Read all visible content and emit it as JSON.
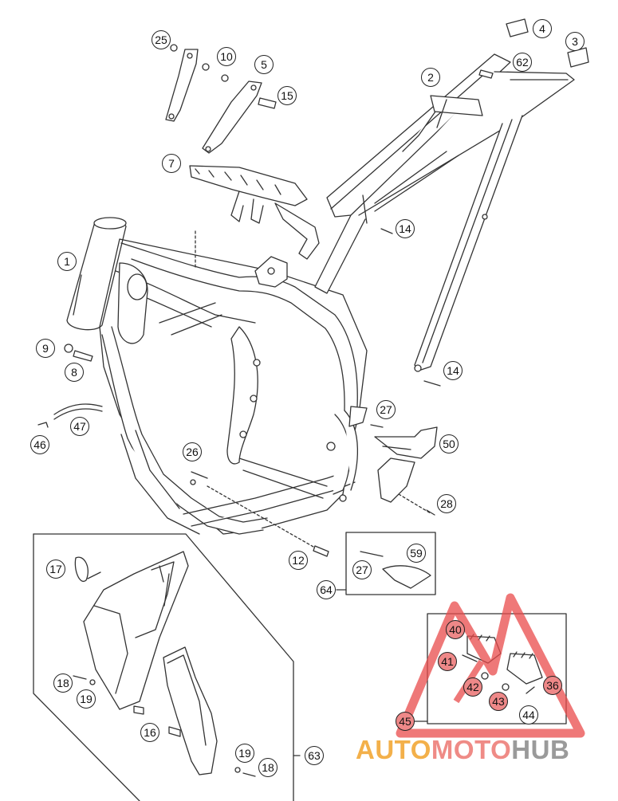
{
  "diagram": {
    "callouts": [
      {
        "id": "c1",
        "label": "1",
        "red": false
      },
      {
        "id": "c2",
        "label": "2",
        "red": false
      },
      {
        "id": "c3",
        "label": "3",
        "red": false
      },
      {
        "id": "c4",
        "label": "4",
        "red": false
      },
      {
        "id": "c5",
        "label": "5",
        "red": false
      },
      {
        "id": "c7",
        "label": "7",
        "red": false
      },
      {
        "id": "c8",
        "label": "8",
        "red": false
      },
      {
        "id": "c9",
        "label": "9",
        "red": false
      },
      {
        "id": "c10",
        "label": "10",
        "red": false
      },
      {
        "id": "c12",
        "label": "12",
        "red": false
      },
      {
        "id": "c14a",
        "label": "14",
        "red": false
      },
      {
        "id": "c14b",
        "label": "14",
        "red": false
      },
      {
        "id": "c15",
        "label": "15",
        "red": false
      },
      {
        "id": "c16",
        "label": "16",
        "red": false
      },
      {
        "id": "c17",
        "label": "17",
        "red": false
      },
      {
        "id": "c18a",
        "label": "18",
        "red": false
      },
      {
        "id": "c18b",
        "label": "18",
        "red": false
      },
      {
        "id": "c19a",
        "label": "19",
        "red": false
      },
      {
        "id": "c19b",
        "label": "19",
        "red": false
      },
      {
        "id": "c25",
        "label": "25",
        "red": false
      },
      {
        "id": "c26",
        "label": "26",
        "red": false
      },
      {
        "id": "c27a",
        "label": "27",
        "red": false
      },
      {
        "id": "c27b",
        "label": "27",
        "red": false
      },
      {
        "id": "c28",
        "label": "28",
        "red": false
      },
      {
        "id": "c46",
        "label": "46",
        "red": false
      },
      {
        "id": "c47",
        "label": "47",
        "red": false
      },
      {
        "id": "c50",
        "label": "50",
        "red": false
      },
      {
        "id": "c59",
        "label": "59",
        "red": false
      },
      {
        "id": "c62",
        "label": "62",
        "red": false
      },
      {
        "id": "c63",
        "label": "63",
        "red": false
      },
      {
        "id": "c64",
        "label": "64",
        "red": false
      },
      {
        "id": "c36",
        "label": "36",
        "red": true
      },
      {
        "id": "c40",
        "label": "40",
        "red": true
      },
      {
        "id": "c41",
        "label": "41",
        "red": true
      },
      {
        "id": "c42",
        "label": "42",
        "red": true
      },
      {
        "id": "c43",
        "label": "43",
        "red": true
      },
      {
        "id": "c44",
        "label": "44",
        "red": false
      },
      {
        "id": "c45",
        "label": "45",
        "red": true
      }
    ]
  },
  "watermark": {
    "part1": "AUTO",
    "part2": "MOTO",
    "part3": "HUB",
    "colors": {
      "auto": "#f3b04a",
      "moto": "#ef8b86",
      "hub": "#9a9a9a",
      "triangle": "#e94b4b"
    }
  }
}
